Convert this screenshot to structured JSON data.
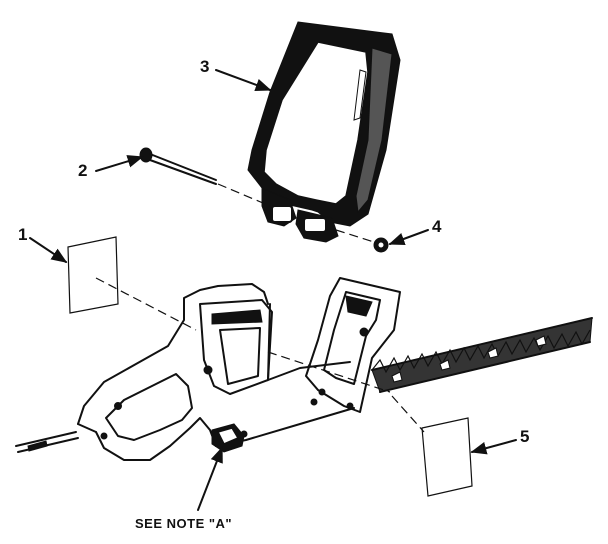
{
  "callouts": {
    "c1": "1",
    "c2": "2",
    "c3": "3",
    "c4": "4",
    "c5": "5"
  },
  "note": "SEE NOTE \"A\"",
  "colors": {
    "ink": "#111111",
    "paper": "#ffffff"
  }
}
